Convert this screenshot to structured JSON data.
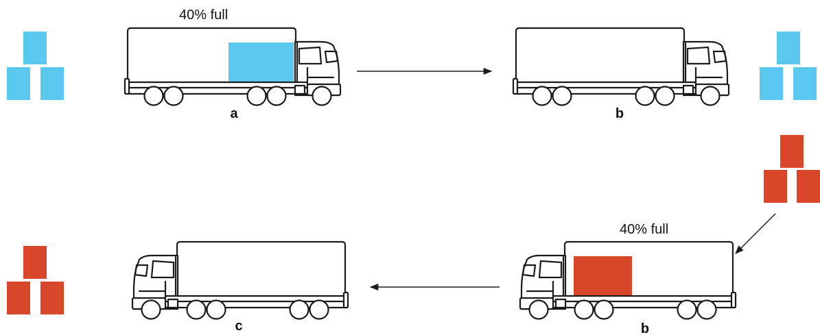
{
  "trip1": {
    "origin_label": "a",
    "fill_label": "40% full",
    "destination_label": "b",
    "cargo_color": "#5BC8F0",
    "cargo_fill_fraction": 0.4
  },
  "trip2": {
    "origin_label": "b",
    "fill_label": "40% full",
    "destination_label": "c",
    "cargo_color": "#D9472A",
    "cargo_fill_fraction": 0.4
  },
  "colors": {
    "outline": "#1a1a1a",
    "background": "#ffffff"
  }
}
